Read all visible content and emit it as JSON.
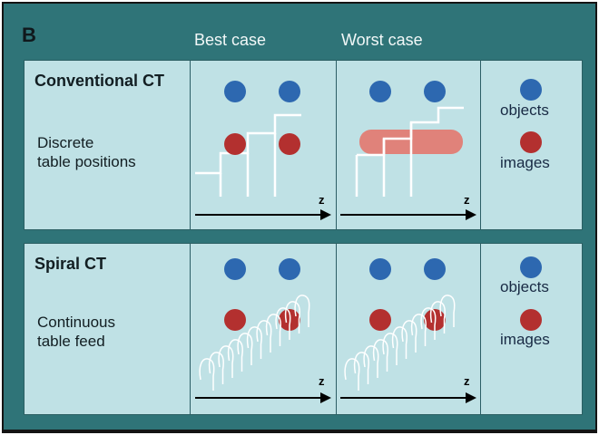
{
  "panel_label": "B",
  "columns": {
    "best": "Best case",
    "worst": "Worst case"
  },
  "rows": {
    "conventional": {
      "title": "Conventional CT",
      "desc_line1": "Discrete",
      "desc_line2": "table positions"
    },
    "spiral": {
      "title": "Spiral CT",
      "desc_line1": "Continuous",
      "desc_line2": "table feed"
    }
  },
  "legend": {
    "objects": "objects",
    "images": "images"
  },
  "axis_label": "z",
  "colors": {
    "background": "#2f7478",
    "panel": "#bfe1e5",
    "object_dot": "#2d68b0",
    "image_dot": "#b3302f",
    "smeared_image": "#e0827a",
    "trace": "#ffffff",
    "arrow": "#000000"
  }
}
